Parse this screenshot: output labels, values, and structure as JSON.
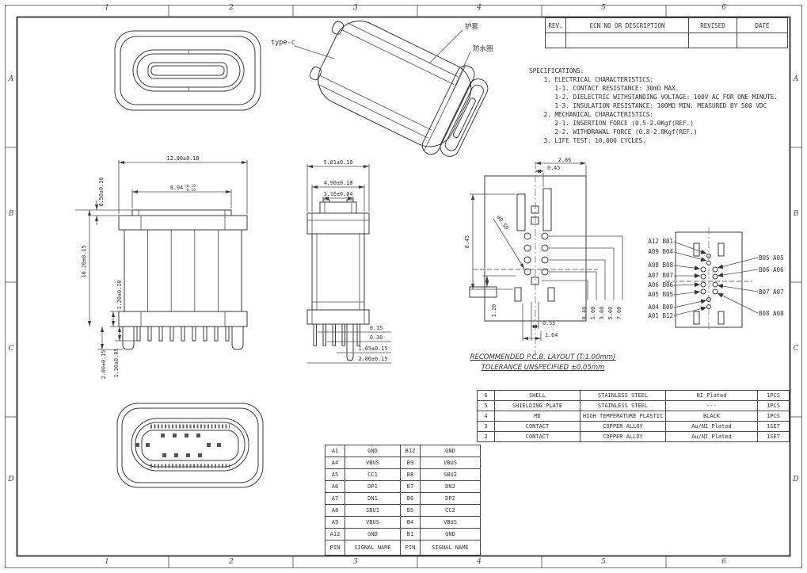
{
  "frame": {
    "cols": [
      "1",
      "2",
      "3",
      "4",
      "5",
      "6"
    ],
    "rows": [
      "A",
      "B",
      "C",
      "D"
    ]
  },
  "rev_table": {
    "rev": "REV.",
    "desc": "ECN NO OR DESCRIPTION",
    "revised": "REVISED",
    "date": "DATE"
  },
  "specs": {
    "lines": [
      "SPECIFICATIONS:",
      "    1. ELECTRICAL CHARACTERISTICS:",
      "       1-1. CONTACT RESISTANCE: 30mΩ MAX.",
      "       1-2. DIELECTRIC WITHSTANDING VOLTAGE: 100V AC FOR ONE MINUTE.",
      "       1-3. INSULATION RESISTANCE: 100MΩ MIN. MEASURED BY 500 VDC",
      "    2. MECHANICAL CHARACTERISTICS:",
      "       2-1. INSERTION FORCE (0.5-2.0Kgf(REF.)",
      "       2-2. WITHDRAWAL FORCE (0.8-2.0Kgf(REF.)",
      "    3. LIFE TEST: 10,000 CYCLES."
    ]
  },
  "iso": {
    "type_c": "type-c",
    "sheath": "护套",
    "waterproof": "防水圈"
  },
  "front_view": {
    "width": "12.00±0.10",
    "tongue_w": "8.94",
    "tongue_tol_up": "+0.10",
    "tongue_tol_dn": "-0.10",
    "plate": "0.50±0.10",
    "height": "10.20±0.15",
    "flange": "1.20±0.10",
    "leg": "2.00±0.15",
    "pin": "1.30±0.05"
  },
  "side_view": {
    "w1": "5.81±0.10",
    "w2": "4.90±0.10",
    "w3": "3.16±0.04",
    "d1": "0.15",
    "d2": "0.30",
    "d3": "1.65±0.15",
    "d4": "2.86±0.15"
  },
  "pcb": {
    "d_286": "2.86",
    "d_045": "0.45",
    "hole_dia": "ø0.50",
    "d_845": "8.45",
    "d_120": "1.20",
    "d_040": "0.40",
    "d_100": "1.00",
    "d_300": "3.00",
    "d_500": "5.00",
    "d_700": "7.00",
    "d_055": "0.55",
    "d_164": "1.64",
    "caption1": "RECOMMENDED  P.C.B. LAYOUT (T:1.00mm)",
    "caption2": "TOLERANCE UNSPECIFIED ±0.05mm"
  },
  "pads": {
    "left": [
      "A12 B01",
      "A09 B04",
      "A08 B08",
      "A07 B07",
      "A06 B06",
      "A05 B05",
      "A04 B09",
      "A01 B12"
    ],
    "right": [
      "B05 A05",
      "B06 A06",
      "B07 A07",
      "B08 A08"
    ]
  },
  "bom": {
    "rows": [
      [
        "6",
        "SHELL",
        "STAINLESS STEEL",
        "NI Plated",
        "1PCS"
      ],
      [
        "5",
        "SHIELDING PLATE",
        "STAINLESS STEEL",
        "---",
        "1PCS"
      ],
      [
        "4",
        "MD",
        "HIGH TEMPERATURE PLASTIC",
        "BLACK",
        "1PCS"
      ],
      [
        "3",
        "CONTACT",
        "COPPER ALLOY",
        "Au/NI Plated",
        "1SET"
      ],
      [
        "2",
        "CONTACT",
        "COPPER ALLOY",
        "Au/NI Plated",
        "1SET"
      ]
    ]
  },
  "pin_table": {
    "rows": [
      [
        "A1",
        "GND",
        "B12",
        "GND"
      ],
      [
        "A4",
        "VBUS",
        "B9",
        "VBUS"
      ],
      [
        "A5",
        "CC1",
        "B8",
        "SBU2"
      ],
      [
        "A6",
        "DP1",
        "B7",
        "DN2"
      ],
      [
        "A7",
        "DN1",
        "B6",
        "DP2"
      ],
      [
        "A8",
        "SBU1",
        "B5",
        "CC2"
      ],
      [
        "A9",
        "VBUS",
        "B4",
        "VBUS"
      ],
      [
        "A12",
        "GND",
        "B1",
        "GND"
      ]
    ],
    "footer": [
      "PIN",
      "SIGNAL NAME",
      "PIN",
      "SIGNAL NAME"
    ]
  },
  "colors": {
    "line": "#3a3a3a",
    "text": "#333333",
    "centerline_gray": "#b5b5b5"
  }
}
